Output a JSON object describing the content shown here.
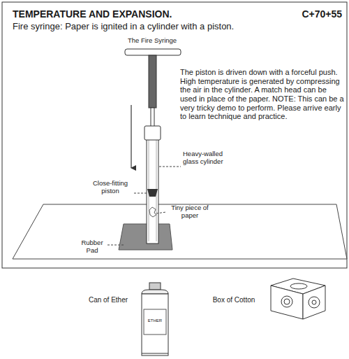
{
  "diagram": {
    "title": "TEMPERATURE AND EXPANSION.",
    "labels": [
      "C+70+55",
      "Fire syringe:  Paper is ignited in a cylinder with a piston.",
      "The Fire Syringe",
      "The piston is driven down with a forceful push. High temperature is generated by compressing the air in the cylinder. A match head can be used in place of the paper. NOTE: This can be a very tricky demo to perform. Please arrive early to learn technique and practice.",
      "Heavy-walled glass cylinder",
      "Close-fitting piston",
      "Tiny piece of paper",
      "Rubber Pad",
      "Can of Ether",
      "ETHER",
      "Box of Cotton"
    ]
  }
}
